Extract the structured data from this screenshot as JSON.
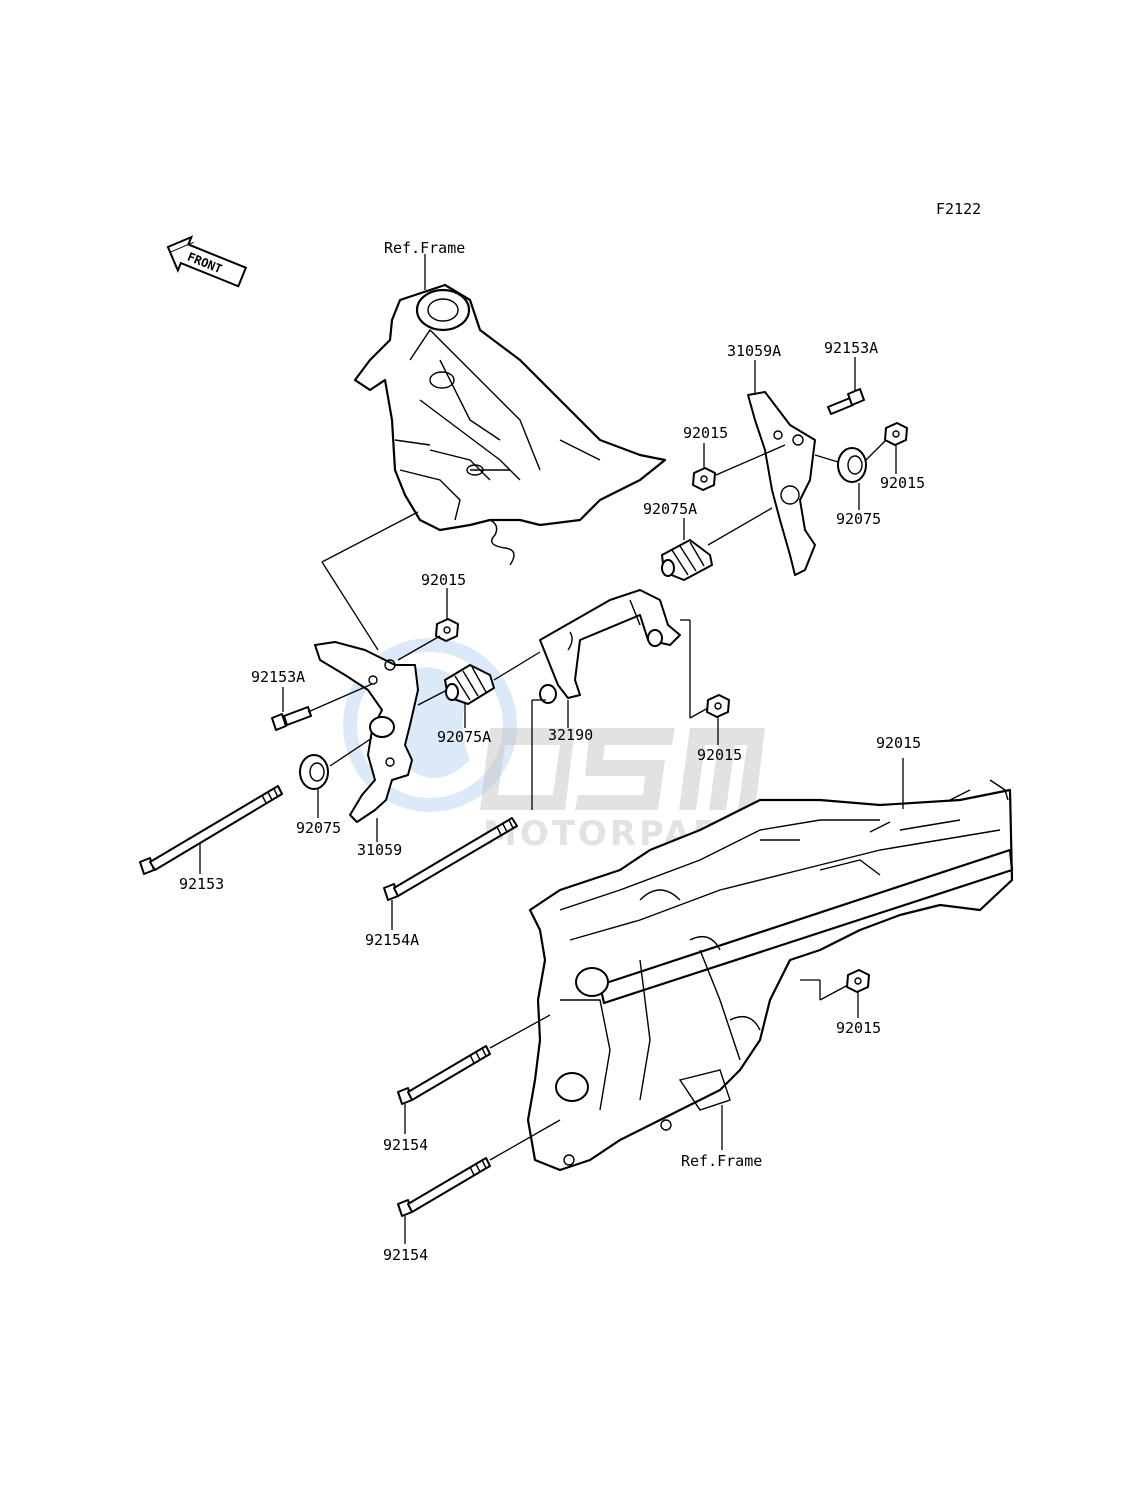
{
  "diagram_code": "F2122",
  "front_label": "FRONT",
  "watermark": {
    "brand": "OEM",
    "tagline": "MOTORPARTS",
    "colors": {
      "globe": "#4a90d9",
      "text": "#8a8a8a"
    }
  },
  "labels": {
    "ref_frame_top": "Ref.Frame",
    "ref_frame_bottom": "Ref.Frame",
    "p31059A": "31059A",
    "p92153A_top": "92153A",
    "p92015_a": "92015",
    "p92015_b": "92015",
    "p92075A_top": "92075A",
    "p92075_top": "92075",
    "p92015_c": "92015",
    "p92153A_left": "92153A",
    "p92075A_mid": "92075A",
    "p32190": "32190",
    "p92015_d": "92015",
    "p92015_e": "92015",
    "p92075_left": "92075",
    "p31059": "31059",
    "p92153": "92153",
    "p92154A": "92154A",
    "p92015_f": "92015",
    "p92154_a": "92154",
    "p92154_b": "92154"
  }
}
